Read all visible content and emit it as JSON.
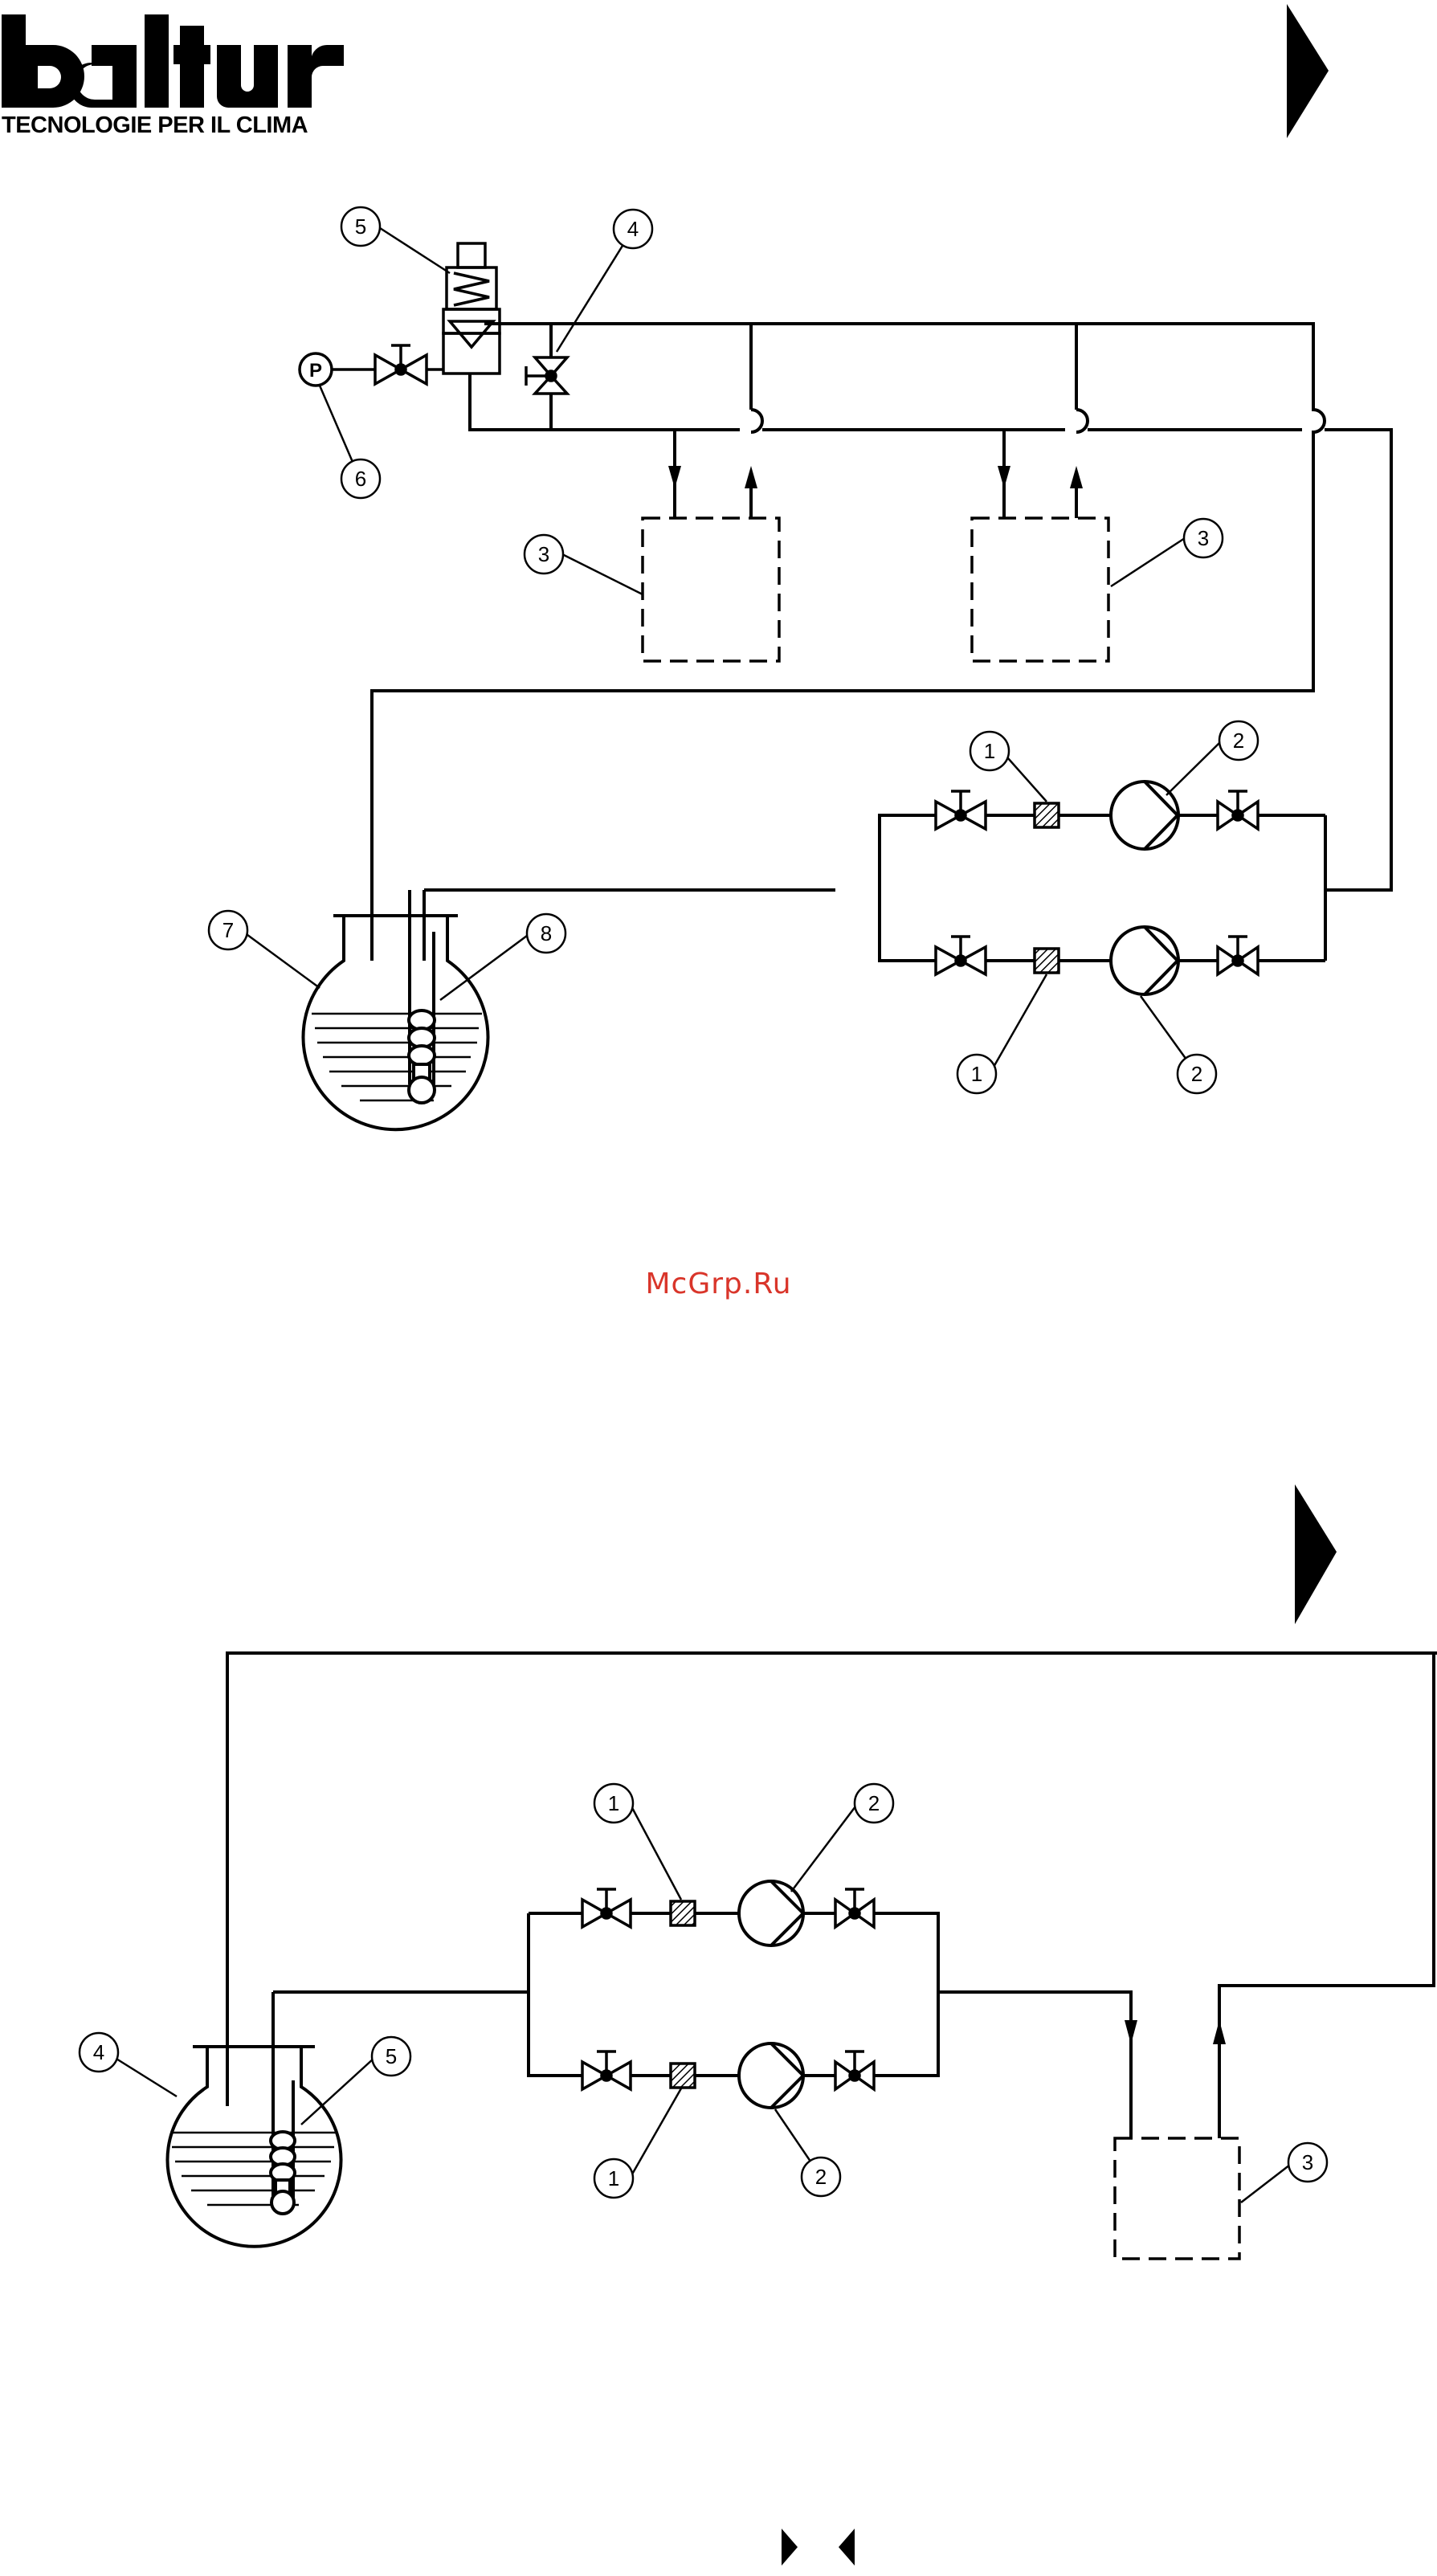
{
  "brand": {
    "logo_text": "baltur",
    "tagline": "TECNOLOGIE PER IL CLIMA"
  },
  "watermark": "McGrp.Ru",
  "diagram_top": {
    "callouts": {
      "filter_upper": "1",
      "filter_lower": "1",
      "pump_upper": "2",
      "pump_lower": "2",
      "user_left": "3",
      "user_right": "3",
      "bypass_valve": "4",
      "pressure_valve": "5",
      "gauge": "6",
      "tank": "7",
      "suction": "8"
    },
    "gauge_letter": "P"
  },
  "diagram_bottom": {
    "callouts": {
      "filter_upper": "1",
      "filter_lower": "1",
      "pump_upper": "2",
      "pump_lower": "2",
      "user": "3",
      "tank": "4",
      "suction": "5"
    }
  },
  "colors": {
    "ink": "#000000",
    "watermark": "#d9352a",
    "paper": "#ffffff"
  }
}
